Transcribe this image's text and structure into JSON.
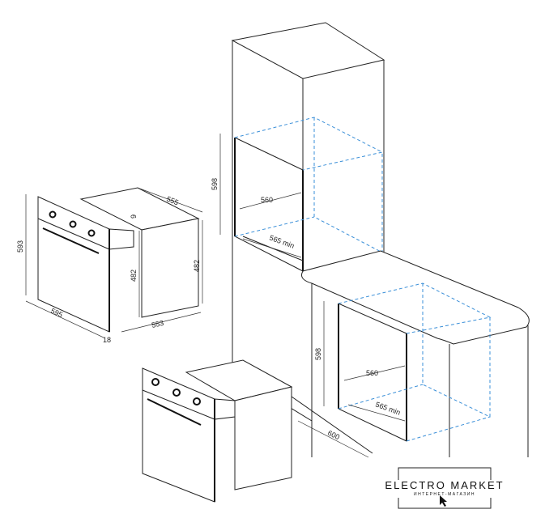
{
  "diagram": {
    "oven_dimensions": {
      "height": "593",
      "width": "595",
      "door_thickness": "18",
      "depth_body": "553",
      "depth_total": "555",
      "body_height_front": "482",
      "body_height_rear": "482",
      "panel_offset": "9"
    },
    "tall_cabinet_niche": {
      "height": "598",
      "width": "560",
      "depth": "565 min"
    },
    "under_counter_niche": {
      "height": "598",
      "width": "560",
      "depth": "565 min",
      "counter_depth": "600"
    }
  },
  "logo": {
    "title": "ELECTRO MARKET",
    "subtitle": "ИНТЕРНЕТ-МАГАЗИН"
  },
  "colors": {
    "line": "#222222",
    "niche_dashed": "#3a8fd8"
  }
}
